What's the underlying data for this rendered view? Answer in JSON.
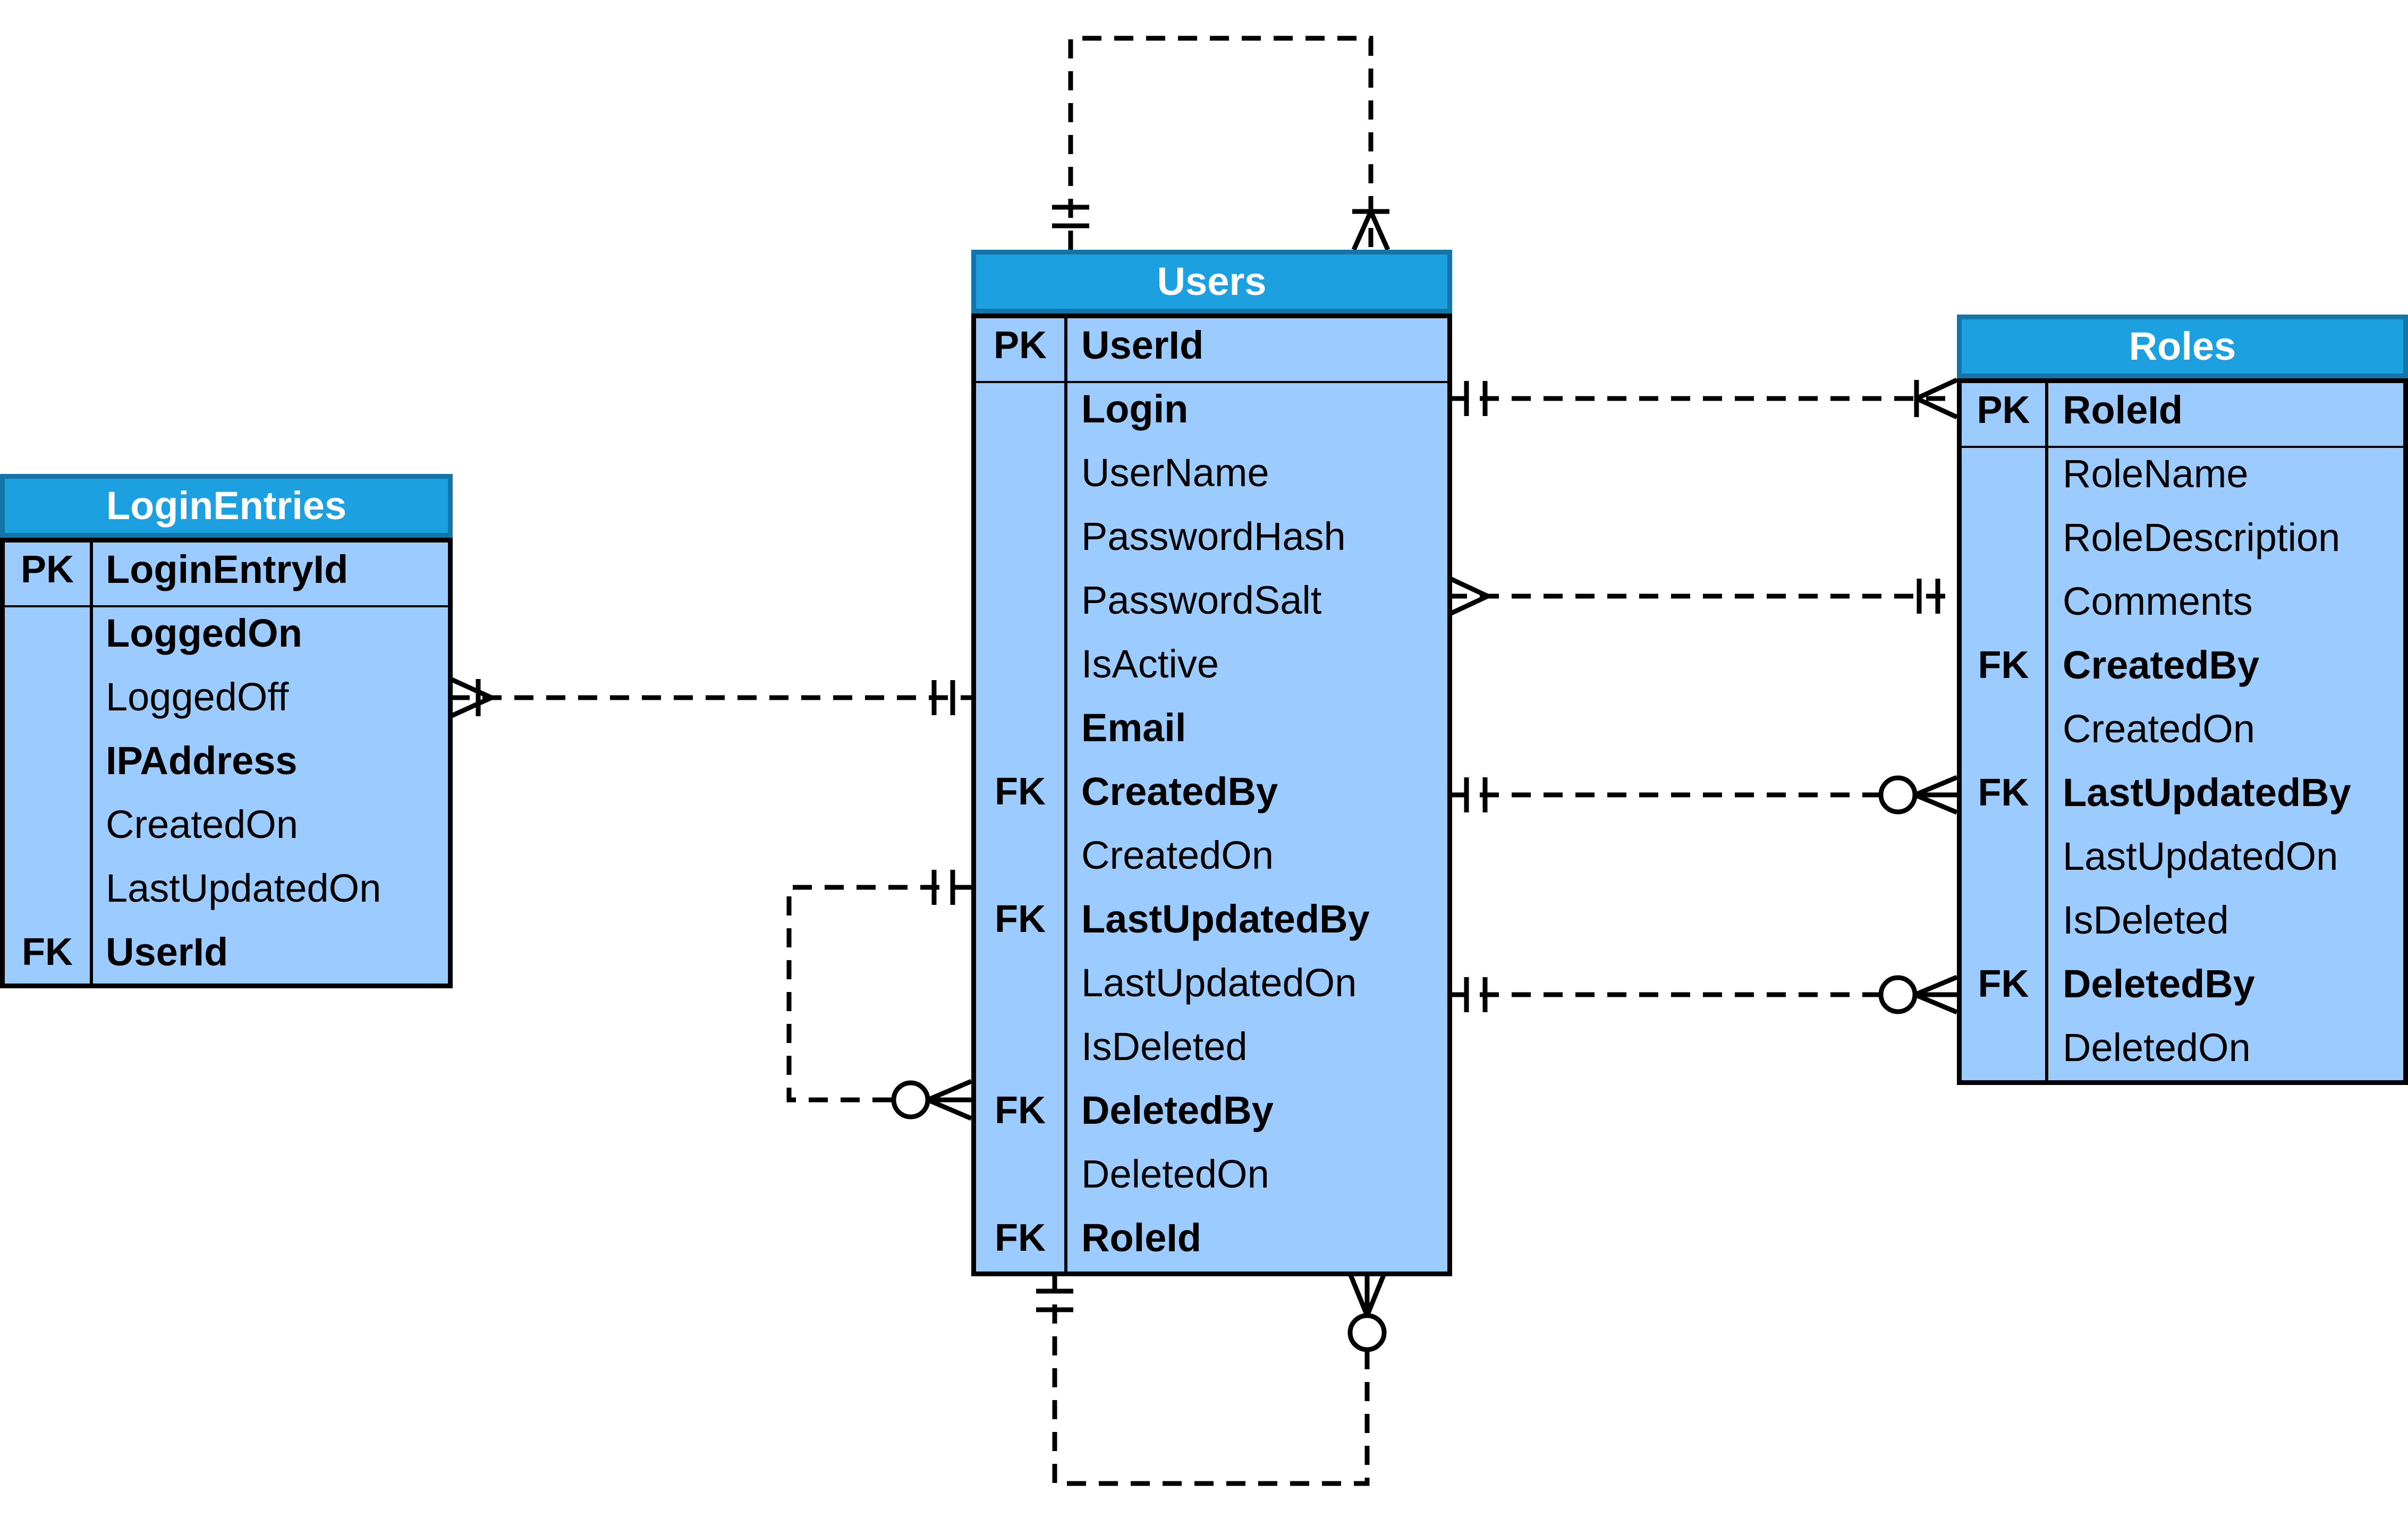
{
  "entities": [
    {
      "id": "users",
      "title": "Users",
      "fields": [
        {
          "key": "PK",
          "name": "UserId",
          "bold": true
        },
        {
          "key": "",
          "name": "Login",
          "bold": true
        },
        {
          "key": "",
          "name": "UserName",
          "bold": false
        },
        {
          "key": "",
          "name": "PasswordHash",
          "bold": false
        },
        {
          "key": "",
          "name": "PasswordSalt",
          "bold": false
        },
        {
          "key": "",
          "name": "IsActive",
          "bold": false
        },
        {
          "key": "",
          "name": "Email",
          "bold": true
        },
        {
          "key": "FK",
          "name": "CreatedBy",
          "bold": true
        },
        {
          "key": "",
          "name": "CreatedOn",
          "bold": false
        },
        {
          "key": "FK",
          "name": "LastUpdatedBy",
          "bold": true
        },
        {
          "key": "",
          "name": "LastUpdatedOn",
          "bold": false
        },
        {
          "key": "",
          "name": "IsDeleted",
          "bold": false
        },
        {
          "key": "FK",
          "name": "DeletedBy",
          "bold": true
        },
        {
          "key": "",
          "name": "DeletedOn",
          "bold": false
        },
        {
          "key": "FK",
          "name": "RoleId",
          "bold": true
        }
      ]
    },
    {
      "id": "login-entries",
      "title": "LoginEntries",
      "fields": [
        {
          "key": "PK",
          "name": "LoginEntryId",
          "bold": true
        },
        {
          "key": "",
          "name": "LoggedOn",
          "bold": true
        },
        {
          "key": "",
          "name": "LoggedOff",
          "bold": false
        },
        {
          "key": "",
          "name": "IPAddress",
          "bold": true
        },
        {
          "key": "",
          "name": "CreatedOn",
          "bold": false
        },
        {
          "key": "",
          "name": "LastUpdatedOn",
          "bold": false
        },
        {
          "key": "FK",
          "name": "UserId",
          "bold": true
        }
      ]
    },
    {
      "id": "roles",
      "title": "Roles",
      "fields": [
        {
          "key": "PK",
          "name": "RoleId",
          "bold": true
        },
        {
          "key": "",
          "name": "RoleName",
          "bold": false
        },
        {
          "key": "",
          "name": "RoleDescription",
          "bold": false
        },
        {
          "key": "",
          "name": "Comments",
          "bold": false
        },
        {
          "key": "FK",
          "name": "CreatedBy",
          "bold": true
        },
        {
          "key": "",
          "name": "CreatedOn",
          "bold": false
        },
        {
          "key": "FK",
          "name": "LastUpdatedBy",
          "bold": true
        },
        {
          "key": "",
          "name": "LastUpdatedOn",
          "bold": false
        },
        {
          "key": "",
          "name": "IsDeleted",
          "bold": false
        },
        {
          "key": "FK",
          "name": "DeletedBy",
          "bold": true
        },
        {
          "key": "",
          "name": "DeletedOn",
          "bold": false
        }
      ]
    }
  ],
  "relationships": [
    {
      "id": "users-self-top",
      "from_end": "one-and-only-one",
      "to_end": "one-or-many"
    },
    {
      "id": "users-roles-top",
      "from_end": "one-and-only-one",
      "to_end": "one-or-many"
    },
    {
      "id": "users-roles-middle",
      "from_end": "many",
      "to_end": "one-and-only-one"
    },
    {
      "id": "users-roles-createdby",
      "from_end": "one-and-only-one",
      "to_end": "zero-or-many"
    },
    {
      "id": "users-roles-deletedby",
      "from_end": "one-and-only-one",
      "to_end": "zero-or-many"
    },
    {
      "id": "users-loginentries",
      "from_end": "one-and-only-one",
      "to_end": "one-or-many"
    },
    {
      "id": "users-self-left",
      "from_end": "one-and-only-one",
      "to_end": "zero-or-many"
    },
    {
      "id": "users-self-bottom",
      "from_end": "one-and-only-one",
      "to_end": "zero-or-many"
    }
  ],
  "colors": {
    "entity_fill": "#9ccbff",
    "title_fill": "#1ca0e0",
    "title_border": "#1476a8",
    "line": "#000000"
  }
}
